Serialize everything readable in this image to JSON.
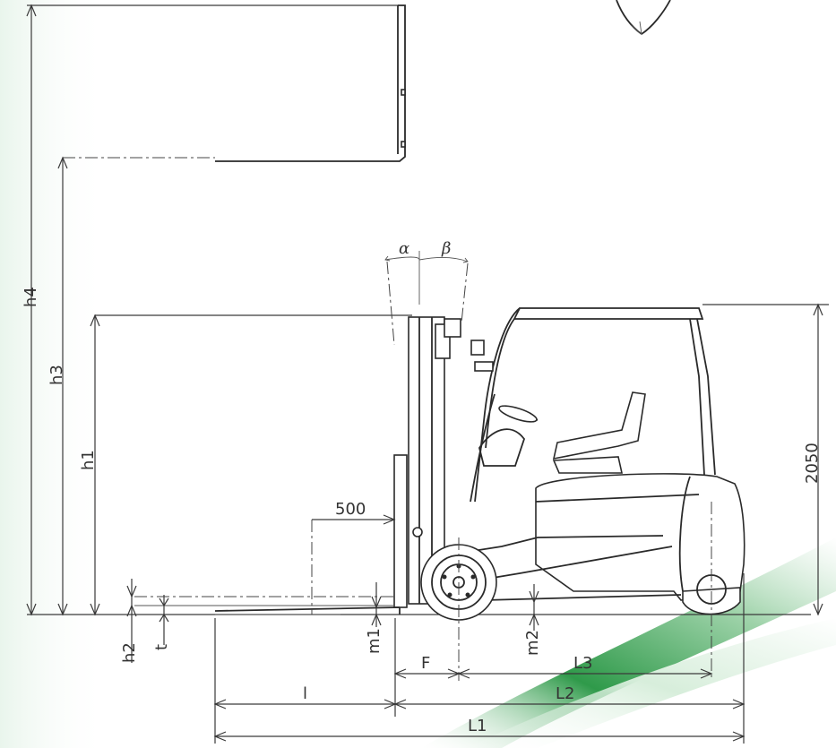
{
  "labels": {
    "h4": "h4",
    "h3": "h3",
    "h1": "h1",
    "h2": "h2",
    "t": "t",
    "m1": "m1",
    "m2": "m2",
    "alpha": "α",
    "beta": "β",
    "d500": "500",
    "d2050": "2050",
    "F": "F",
    "L3": "L3",
    "l": "l",
    "L2": "L2",
    "L1": "L1"
  },
  "colors": {
    "line": "#2a2a2a",
    "swoosh_dark": "#1f8a3c",
    "swoosh_light": "#cfe9d3"
  }
}
